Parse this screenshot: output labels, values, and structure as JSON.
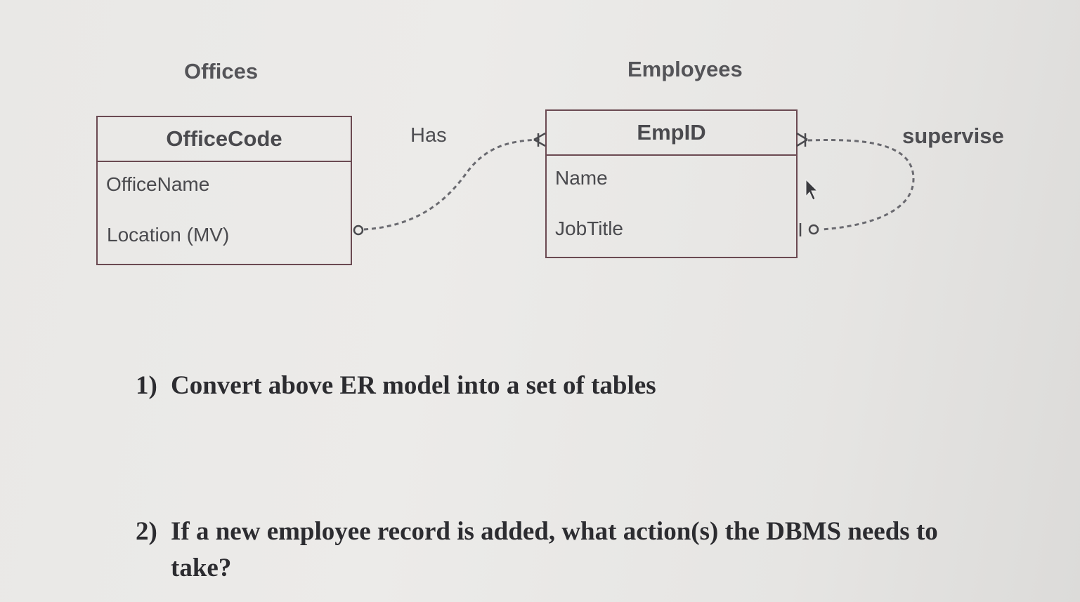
{
  "entities": {
    "offices": {
      "title": "Offices",
      "primary_key": "OfficeCode",
      "attributes": [
        "OfficeName",
        "Location (MV)"
      ]
    },
    "employees": {
      "title": "Employees",
      "primary_key": "EmpID",
      "attributes": [
        "Name",
        "JobTitle"
      ]
    }
  },
  "relationships": {
    "has": {
      "label": "Has"
    },
    "supervise": {
      "label": "supervise"
    }
  },
  "questions": [
    {
      "number": "1)",
      "text": "Convert above ER model into a set of tables"
    },
    {
      "number": "2)",
      "text": "If a new employee record is added, what action(s) the DBMS needs to",
      "continuation": "take?"
    }
  ],
  "colors": {
    "box_border": "#6b4a52",
    "connector": "#6a6a70",
    "text": "#4a4a4e"
  }
}
